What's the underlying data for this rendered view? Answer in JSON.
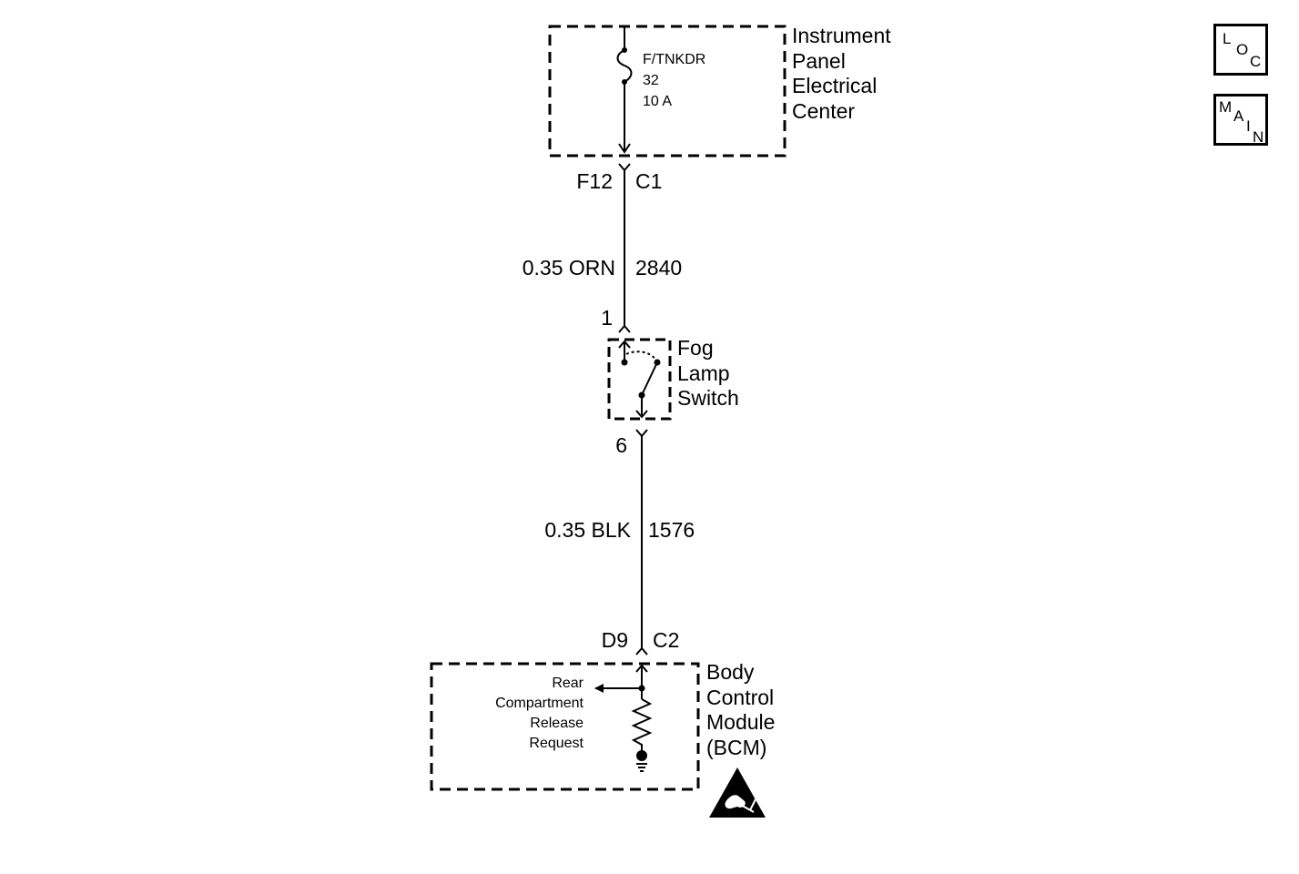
{
  "components": {
    "ipec": {
      "name_lines": [
        "Instrument",
        "Panel",
        "Electrical",
        "Center"
      ],
      "fuse_name": "F/TNKDR",
      "fuse_number": "32",
      "fuse_rating": "10 A",
      "pin": "F12",
      "connector": "C1"
    },
    "fog_switch": {
      "name_lines": [
        "Fog",
        "Lamp",
        "Switch"
      ],
      "pin_in": "1",
      "pin_out": "6"
    },
    "bcm": {
      "name_lines": [
        "Body",
        "Control",
        "Module",
        "(BCM)"
      ],
      "pin": "D9",
      "connector": "C2",
      "signal_lines": [
        "Rear",
        "Compartment",
        "Release",
        "Request"
      ]
    }
  },
  "wires": [
    {
      "gauge_color": "0.35 ORN",
      "circuit": "2840"
    },
    {
      "gauge_color": "0.35 BLK",
      "circuit": "1576"
    }
  ],
  "nav": {
    "loc_letters": [
      "L",
      "O",
      "C"
    ],
    "main_letters": [
      "M",
      "A",
      "I",
      "N"
    ]
  }
}
